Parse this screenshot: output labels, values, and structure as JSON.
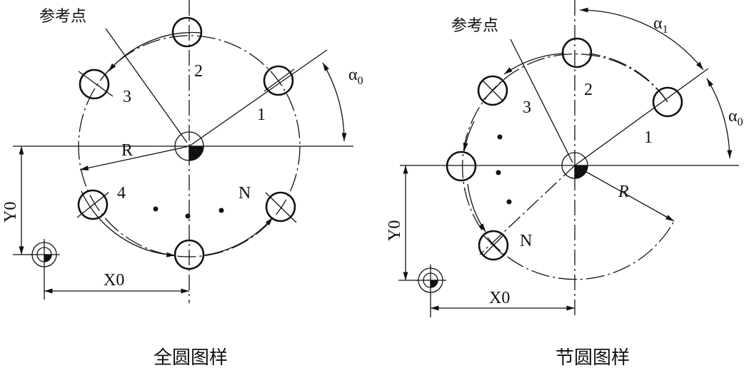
{
  "left": {
    "caption": "全圆图样",
    "reference_label": "参考点",
    "hole_labels": [
      "1",
      "2",
      "3",
      "4",
      "N"
    ],
    "angle_label": "α",
    "angle_sub": "0",
    "radius_label": "R",
    "x_offset_label": "X0",
    "y_offset_label": "Y0"
  },
  "right": {
    "caption": "节圆图样",
    "reference_label": "参考点",
    "hole_labels": [
      "1",
      "2",
      "3",
      "N"
    ],
    "angle0_label": "α",
    "angle0_sub": "0",
    "angle1_label": "α",
    "angle1_sub": "1",
    "radius_label": "R",
    "x_offset_label": "X0",
    "y_offset_label": "Y0"
  }
}
